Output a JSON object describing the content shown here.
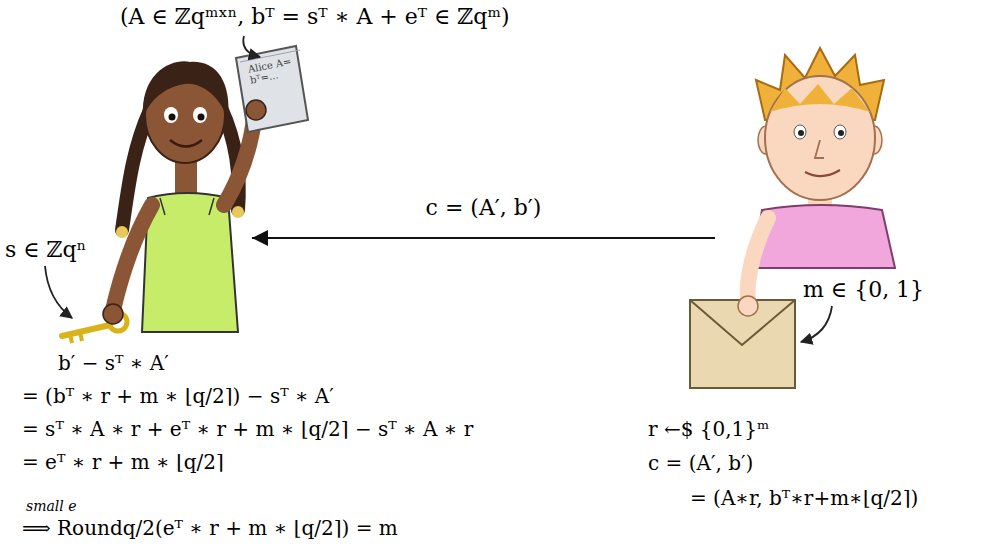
{
  "diagram": {
    "nodes": [
      {
        "text": [
          "(A ∈ ℤqᵐˣⁿ, bᵀ = sᵀ ∗ A + eᵀ ∈ ℤqᵐ)",
          "s ∈ ℤqⁿ"
        ]
      },
      {
        "text": [
          "m ∈ {0, 1}"
        ]
      }
    ],
    "edges": [
      {
        "from": 1,
        "to": 0,
        "arrow": "to",
        "label": "c = (A′, b′)"
      }
    ],
    "labels": [
      "Alice A= bᵀ=...",
      "b′ − sᵀ ∗ A′",
      "= (bᵀ ∗ r + m ∗ ⌊q/2⌉) − sᵀ ∗ A′",
      "= sᵀ ∗ A ∗ r + eᵀ ∗ r + m ∗ ⌊q/2⌉ − sᵀ ∗ A ∗ r",
      "= eᵀ ∗ r + m ∗ ⌊q/2⌉",
      "small e",
      "⟹ Roundq/2(eᵀ ∗ r + m ∗ ⌊q/2⌉) = m",
      "r ←$ {0,1}ᵐ",
      "c = (A′, b′)",
      "= (A∗r, bᵀ∗r+m∗⌊q/2⌉)"
    ]
  }
}
